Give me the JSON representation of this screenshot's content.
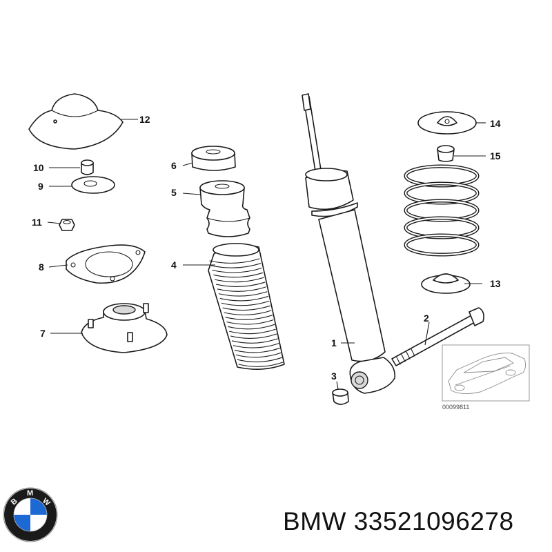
{
  "callouts": [
    {
      "id": "1",
      "label": "1"
    },
    {
      "id": "2",
      "label": "2"
    },
    {
      "id": "3",
      "label": "3"
    },
    {
      "id": "4",
      "label": "4"
    },
    {
      "id": "5",
      "label": "5"
    },
    {
      "id": "6",
      "label": "6"
    },
    {
      "id": "7",
      "label": "7"
    },
    {
      "id": "8",
      "label": "8"
    },
    {
      "id": "9",
      "label": "9"
    },
    {
      "id": "10",
      "label": "10"
    },
    {
      "id": "11",
      "label": "11"
    },
    {
      "id": "12",
      "label": "12"
    },
    {
      "id": "13",
      "label": "13"
    },
    {
      "id": "14",
      "label": "14"
    },
    {
      "id": "15",
      "label": "15"
    }
  ],
  "inset": {
    "code": "00099811"
  },
  "brand": {
    "logo_letters": [
      "B",
      "M",
      "W"
    ],
    "colors": {
      "blue": "#1c69d4",
      "white": "#ffffff",
      "ring": "#1a1a1a"
    }
  },
  "caption": {
    "text": "BMW 33521096278"
  }
}
